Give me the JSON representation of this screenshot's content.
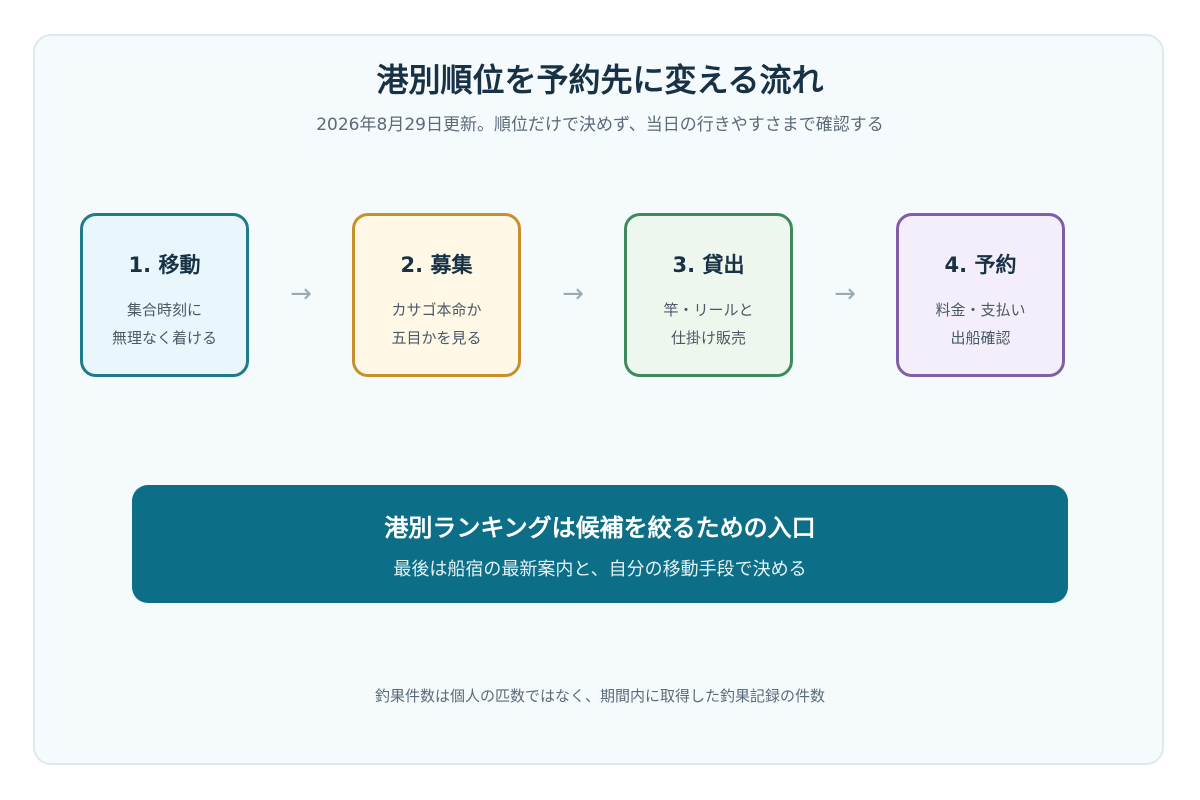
{
  "title": "港別順位を予約先に変える流れ",
  "subtitle": "2026年8月29日更新。順位だけで決めず、当日の行きやすさまで確認する",
  "steps": [
    {
      "title": "1. 移動",
      "desc_line1": "集合時刻に",
      "desc_line2": "無理なく着ける"
    },
    {
      "title": "2. 募集",
      "desc_line1": "カサゴ本命か",
      "desc_line2": "五目かを見る"
    },
    {
      "title": "3. 貸出",
      "desc_line1": "竿・リールと",
      "desc_line2": "仕掛け販売"
    },
    {
      "title": "4. 予約",
      "desc_line1": "料金・支払い",
      "desc_line2": "出船確認"
    }
  ],
  "arrow_symbol": "→",
  "banner": {
    "title": "港別ランキングは候補を絞るための入口",
    "subtitle": "最後は船宿の最新案内と、自分の移動手段で決める"
  },
  "footnote": "釣果件数は個人の匹数ではなく、期間内に取得した釣果記録の件数",
  "colors": {
    "step1_border": "#1f7a8c",
    "step2_border": "#c8902a",
    "step3_border": "#3f8a5d",
    "step4_border": "#7f5ea8",
    "banner_bg": "#0d6f87",
    "title_text": "#183245"
  }
}
